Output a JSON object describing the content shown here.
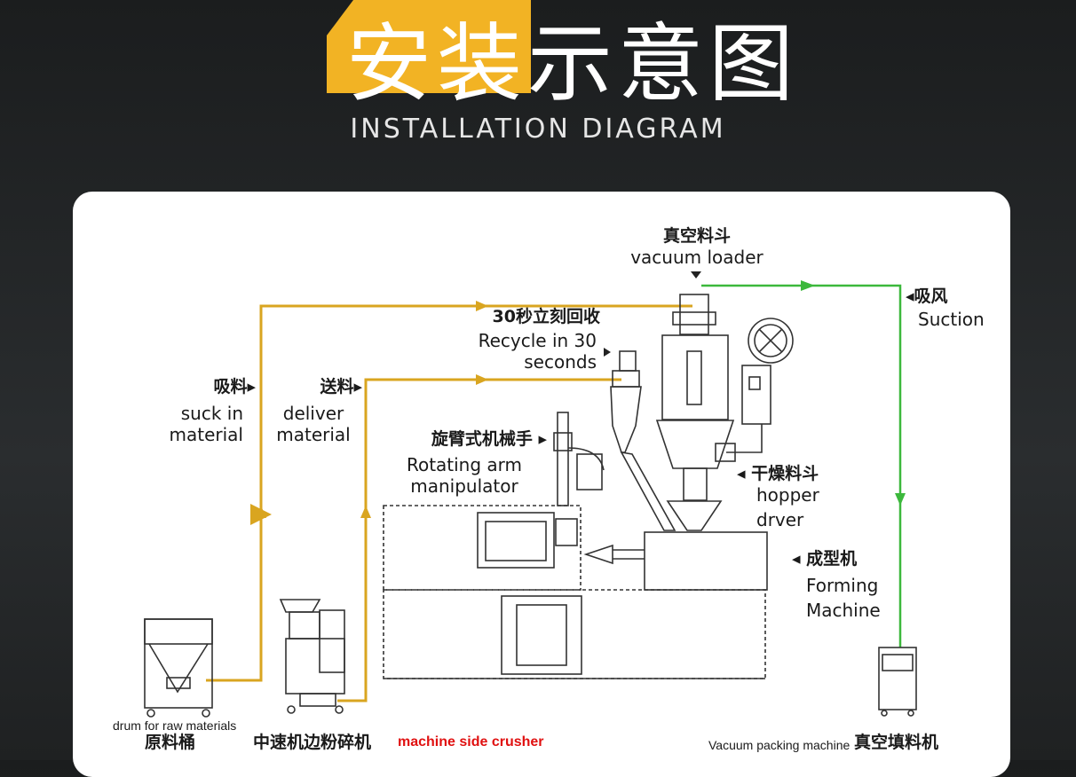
{
  "header": {
    "title_highlight": "安装",
    "title_rest": "示意图",
    "subtitle": "INSTALLATION DIAGRAM"
  },
  "labels": {
    "vacuum_loader_zh": "真空料斗",
    "vacuum_loader_en": "vacuum loader",
    "suction_zh": "◂吸风",
    "suction_en": "Suction",
    "recycle_zh": "30秒立刻回收",
    "recycle_en_1": "Recycle in 30",
    "recycle_en_2": "seconds",
    "suck_zh": "吸料▸",
    "suck_en_1": "suck in",
    "suck_en_2": "material",
    "deliver_zh": "送料▸",
    "deliver_en_1": "deliver",
    "deliver_en_2": "material",
    "arm_zh": "旋臂式机械手 ▸",
    "arm_en_1": "Rotating arm",
    "arm_en_2": "manipulator",
    "hopper_zh": "◂ 干燥料斗",
    "hopper_en_1": "hopper",
    "hopper_en_2": "drver",
    "forming_zh": "◂ 成型机",
    "forming_en_1": "Forming",
    "forming_en_2": "Machine",
    "drum_en": "drum for raw materials",
    "drum_zh": "原料桶",
    "crusher_zh": "中速机边粉碎机",
    "crusher_en": "machine side crusher",
    "packing_en": "Vacuum packing machine",
    "packing_zh": "真空填料机"
  },
  "colors": {
    "accent": "#f2b324",
    "feed_line": "#d9a520",
    "suction_line": "#3cb83c",
    "crusher_label": "#e01010"
  }
}
